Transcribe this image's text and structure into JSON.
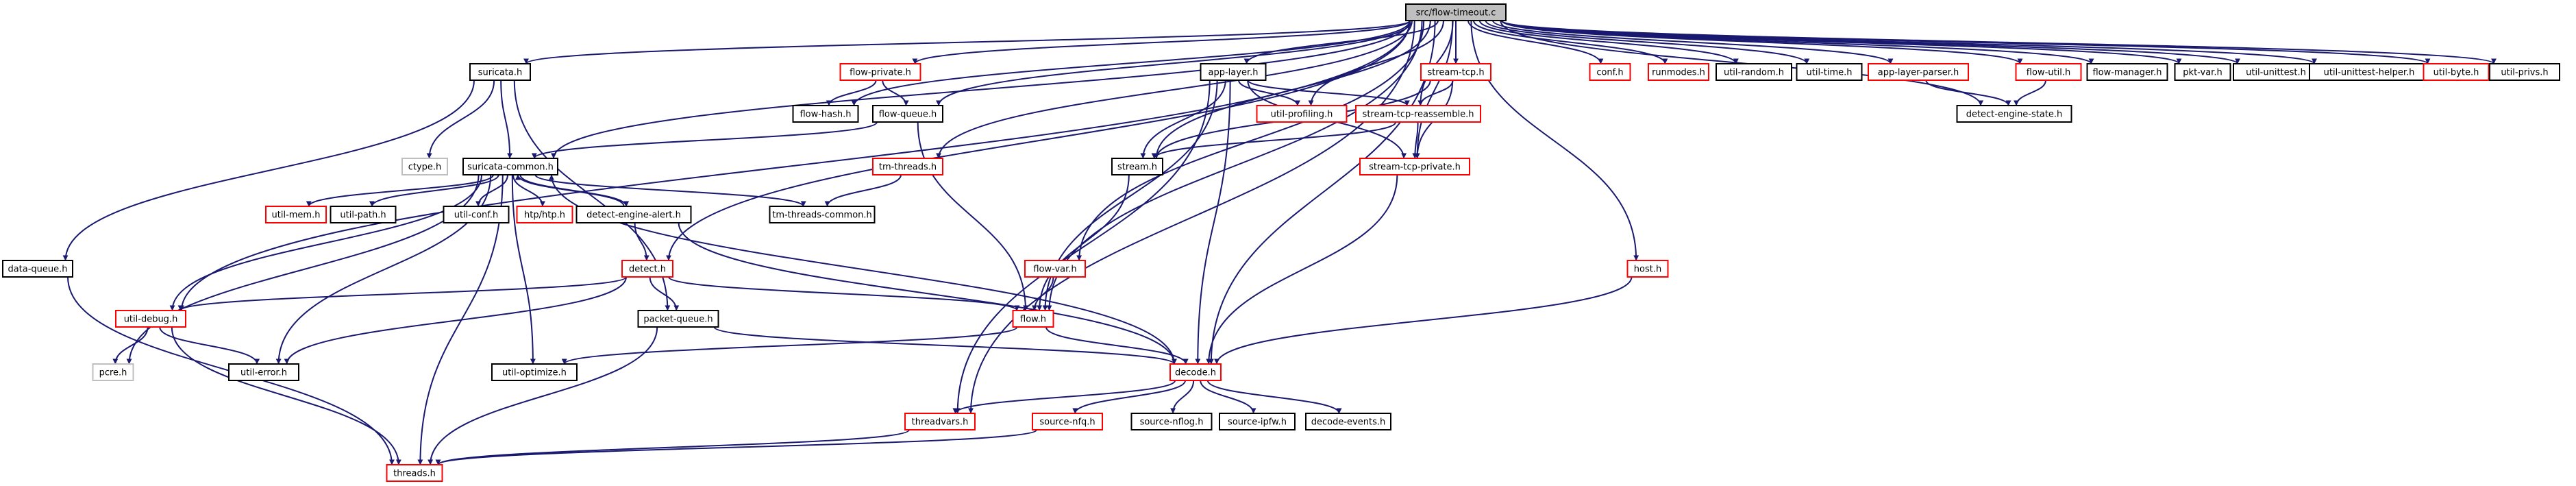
{
  "diagram": {
    "colors": {
      "edge": "#191970",
      "box_default": "#000000",
      "box_linked": "#ff0000",
      "box_external": "#bfbfbf",
      "root_fill": "#bfbfbf",
      "text": "#000000"
    },
    "nodes": [
      {
        "id": "root",
        "label": "src/flow-timeout.c",
        "style": "root"
      },
      {
        "id": "suricata_h",
        "label": "suricata.h",
        "style": "default"
      },
      {
        "id": "flow_private_h",
        "label": "flow-private.h",
        "style": "linked"
      },
      {
        "id": "app_layer_h",
        "label": "app-layer.h",
        "style": "default"
      },
      {
        "id": "stream_tcp_h",
        "label": "stream-tcp.h",
        "style": "linked"
      },
      {
        "id": "conf_h",
        "label": "conf.h",
        "style": "linked"
      },
      {
        "id": "runmodes_h",
        "label": "runmodes.h",
        "style": "linked"
      },
      {
        "id": "util_random_h",
        "label": "util-random.h",
        "style": "default"
      },
      {
        "id": "util_time_h",
        "label": "util-time.h",
        "style": "default"
      },
      {
        "id": "app_layer_parser_h",
        "label": "app-layer-parser.h",
        "style": "linked"
      },
      {
        "id": "flow_util_h",
        "label": "flow-util.h",
        "style": "linked"
      },
      {
        "id": "flow_manager_h",
        "label": "flow-manager.h",
        "style": "default"
      },
      {
        "id": "pkt_var_h",
        "label": "pkt-var.h",
        "style": "default"
      },
      {
        "id": "util_unittest_h",
        "label": "util-unittest.h",
        "style": "default"
      },
      {
        "id": "util_unittest_helper_h",
        "label": "util-unittest-helper.h",
        "style": "default"
      },
      {
        "id": "util_byte_h",
        "label": "util-byte.h",
        "style": "linked"
      },
      {
        "id": "util_privs_h",
        "label": "util-privs.h",
        "style": "default"
      },
      {
        "id": "flow_hash_h",
        "label": "flow-hash.h",
        "style": "default"
      },
      {
        "id": "flow_queue_h",
        "label": "flow-queue.h",
        "style": "default"
      },
      {
        "id": "util_profiling_h",
        "label": "util-profiling.h",
        "style": "linked"
      },
      {
        "id": "stream_tcp_reassemble_h",
        "label": "stream-tcp-reassemble.h",
        "style": "linked"
      },
      {
        "id": "detect_engine_state_h",
        "label": "detect-engine-state.h",
        "style": "default"
      },
      {
        "id": "ctype_h",
        "label": "ctype.h",
        "style": "external"
      },
      {
        "id": "suricata_common_h",
        "label": "suricata-common.h",
        "style": "default"
      },
      {
        "id": "tm_threads_h",
        "label": "tm-threads.h",
        "style": "linked"
      },
      {
        "id": "stream_h",
        "label": "stream.h",
        "style": "default"
      },
      {
        "id": "stream_tcp_private_h",
        "label": "stream-tcp-private.h",
        "style": "linked"
      },
      {
        "id": "util_mem_h",
        "label": "util-mem.h",
        "style": "linked"
      },
      {
        "id": "util_path_h",
        "label": "util-path.h",
        "style": "default"
      },
      {
        "id": "util_conf_h",
        "label": "util-conf.h",
        "style": "default"
      },
      {
        "id": "htp_htp_h",
        "label": "htp/htp.h",
        "style": "linked"
      },
      {
        "id": "detect_engine_alert_h",
        "label": "detect-engine-alert.h",
        "style": "default"
      },
      {
        "id": "tm_threads_common_h",
        "label": "tm-threads-common.h",
        "style": "default"
      },
      {
        "id": "data_queue_h",
        "label": "data-queue.h",
        "style": "default"
      },
      {
        "id": "flow_var_h",
        "label": "flow-var.h",
        "style": "linked"
      },
      {
        "id": "host_h",
        "label": "host.h",
        "style": "linked"
      },
      {
        "id": "detect_h",
        "label": "detect.h",
        "style": "linked"
      },
      {
        "id": "util_debug_h",
        "label": "util-debug.h",
        "style": "linked"
      },
      {
        "id": "packet_queue_h",
        "label": "packet-queue.h",
        "style": "default"
      },
      {
        "id": "flow_h",
        "label": "flow.h",
        "style": "linked"
      },
      {
        "id": "pcre_h",
        "label": "pcre.h",
        "style": "external"
      },
      {
        "id": "util_error_h",
        "label": "util-error.h",
        "style": "default"
      },
      {
        "id": "util_optimize_h",
        "label": "util-optimize.h",
        "style": "default"
      },
      {
        "id": "decode_h",
        "label": "decode.h",
        "style": "linked"
      },
      {
        "id": "threadvars_h",
        "label": "threadvars.h",
        "style": "linked"
      },
      {
        "id": "source_nflog_h",
        "label": "source-nflog.h",
        "style": "default"
      },
      {
        "id": "source_ipfw_h",
        "label": "source-ipfw.h",
        "style": "default"
      },
      {
        "id": "decode_events_h",
        "label": "decode-events.h",
        "style": "default"
      },
      {
        "id": "source_nfq_h",
        "label": "source-nfq.h",
        "style": "linked"
      },
      {
        "id": "threads_h",
        "label": "threads.h",
        "style": "linked"
      }
    ],
    "edges": [
      [
        "root",
        "suricata_h"
      ],
      [
        "root",
        "flow_private_h"
      ],
      [
        "root",
        "app_layer_h"
      ],
      [
        "root",
        "stream_tcp_h"
      ],
      [
        "root",
        "conf_h"
      ],
      [
        "root",
        "runmodes_h"
      ],
      [
        "root",
        "util_random_h"
      ],
      [
        "root",
        "util_time_h"
      ],
      [
        "root",
        "app_layer_parser_h"
      ],
      [
        "root",
        "flow_util_h"
      ],
      [
        "root",
        "flow_manager_h"
      ],
      [
        "root",
        "pkt_var_h"
      ],
      [
        "root",
        "util_unittest_h"
      ],
      [
        "root",
        "util_unittest_helper_h"
      ],
      [
        "root",
        "util_byte_h"
      ],
      [
        "root",
        "util_privs_h"
      ],
      [
        "root",
        "flow_hash_h"
      ],
      [
        "root",
        "flow_queue_h"
      ],
      [
        "root",
        "util_profiling_h"
      ],
      [
        "root",
        "stream_tcp_reassemble_h"
      ],
      [
        "root",
        "detect_engine_state_h"
      ],
      [
        "root",
        "tm_threads_h"
      ],
      [
        "root",
        "stream_h"
      ],
      [
        "root",
        "stream_tcp_private_h"
      ],
      [
        "root",
        "suricata_common_h"
      ],
      [
        "root",
        "util_debug_h"
      ],
      [
        "root",
        "flow_var_h"
      ],
      [
        "root",
        "host_h"
      ],
      [
        "root",
        "detect_h"
      ],
      [
        "root",
        "flow_h"
      ],
      [
        "root",
        "decode_h"
      ],
      [
        "root",
        "threadvars_h"
      ],
      [
        "suricata_h",
        "suricata_common_h"
      ],
      [
        "suricata_h",
        "ctype_h"
      ],
      [
        "suricata_h",
        "data_queue_h"
      ],
      [
        "suricata_h",
        "packet_queue_h"
      ],
      [
        "flow_private_h",
        "flow_hash_h"
      ],
      [
        "flow_private_h",
        "flow_queue_h"
      ],
      [
        "flow_queue_h",
        "suricata_common_h"
      ],
      [
        "flow_queue_h",
        "flow_h"
      ],
      [
        "app_layer_h",
        "util_profiling_h"
      ],
      [
        "app_layer_h",
        "stream_tcp_reassemble_h"
      ],
      [
        "app_layer_h",
        "stream_h"
      ],
      [
        "app_layer_h",
        "stream_tcp_private_h"
      ],
      [
        "app_layer_h",
        "decode_h"
      ],
      [
        "app_layer_h",
        "flow_h"
      ],
      [
        "app_layer_h",
        "threadvars_h"
      ],
      [
        "stream_tcp_h",
        "stream_tcp_reassemble_h"
      ],
      [
        "stream_tcp_h",
        "stream_h"
      ],
      [
        "stream_tcp_h",
        "stream_tcp_private_h"
      ],
      [
        "stream_tcp_reassemble_h",
        "stream_h"
      ],
      [
        "stream_tcp_reassemble_h",
        "stream_tcp_private_h"
      ],
      [
        "app_layer_parser_h",
        "detect_engine_state_h"
      ],
      [
        "flow_util_h",
        "detect_engine_state_h"
      ],
      [
        "tm_threads_h",
        "tm_threads_common_h"
      ],
      [
        "stream_h",
        "flow_h"
      ],
      [
        "stream_tcp_private_h",
        "decode_h"
      ],
      [
        "suricata_common_h",
        "util_mem_h"
      ],
      [
        "suricata_common_h",
        "util_path_h"
      ],
      [
        "suricata_common_h",
        "util_conf_h"
      ],
      [
        "suricata_common_h",
        "htp_htp_h"
      ],
      [
        "suricata_common_h",
        "detect_engine_alert_h"
      ],
      [
        "suricata_common_h",
        "tm_threads_common_h"
      ],
      [
        "suricata_common_h",
        "util_debug_h"
      ],
      [
        "suricata_common_h",
        "pcre_h"
      ],
      [
        "suricata_common_h",
        "util_error_h"
      ],
      [
        "suricata_common_h",
        "util_optimize_h"
      ],
      [
        "suricata_common_h",
        "threads_h"
      ],
      [
        "detect_engine_alert_h",
        "suricata_common_h"
      ],
      [
        "detect_engine_alert_h",
        "detect_h"
      ],
      [
        "detect_engine_alert_h",
        "decode_h"
      ],
      [
        "detect_h",
        "util_debug_h"
      ],
      [
        "detect_h",
        "packet_queue_h"
      ],
      [
        "detect_h",
        "flow_h"
      ],
      [
        "detect_h",
        "util_error_h"
      ],
      [
        "util_debug_h",
        "pcre_h"
      ],
      [
        "util_debug_h",
        "util_error_h"
      ],
      [
        "util_debug_h",
        "threads_h"
      ],
      [
        "data_queue_h",
        "threads_h"
      ],
      [
        "packet_queue_h",
        "threads_h"
      ],
      [
        "packet_queue_h",
        "decode_h"
      ],
      [
        "flow_var_h",
        "flow_h"
      ],
      [
        "host_h",
        "decode_h"
      ],
      [
        "flow_h",
        "decode_h"
      ],
      [
        "flow_h",
        "util_optimize_h"
      ],
      [
        "decode_h",
        "suricata_common_h"
      ],
      [
        "decode_h",
        "threadvars_h"
      ],
      [
        "decode_h",
        "source_nfq_h"
      ],
      [
        "decode_h",
        "source_nflog_h"
      ],
      [
        "decode_h",
        "source_ipfw_h"
      ],
      [
        "decode_h",
        "decode_events_h"
      ],
      [
        "threadvars_h",
        "threads_h"
      ],
      [
        "source_nfq_h",
        "threads_h"
      ]
    ]
  }
}
